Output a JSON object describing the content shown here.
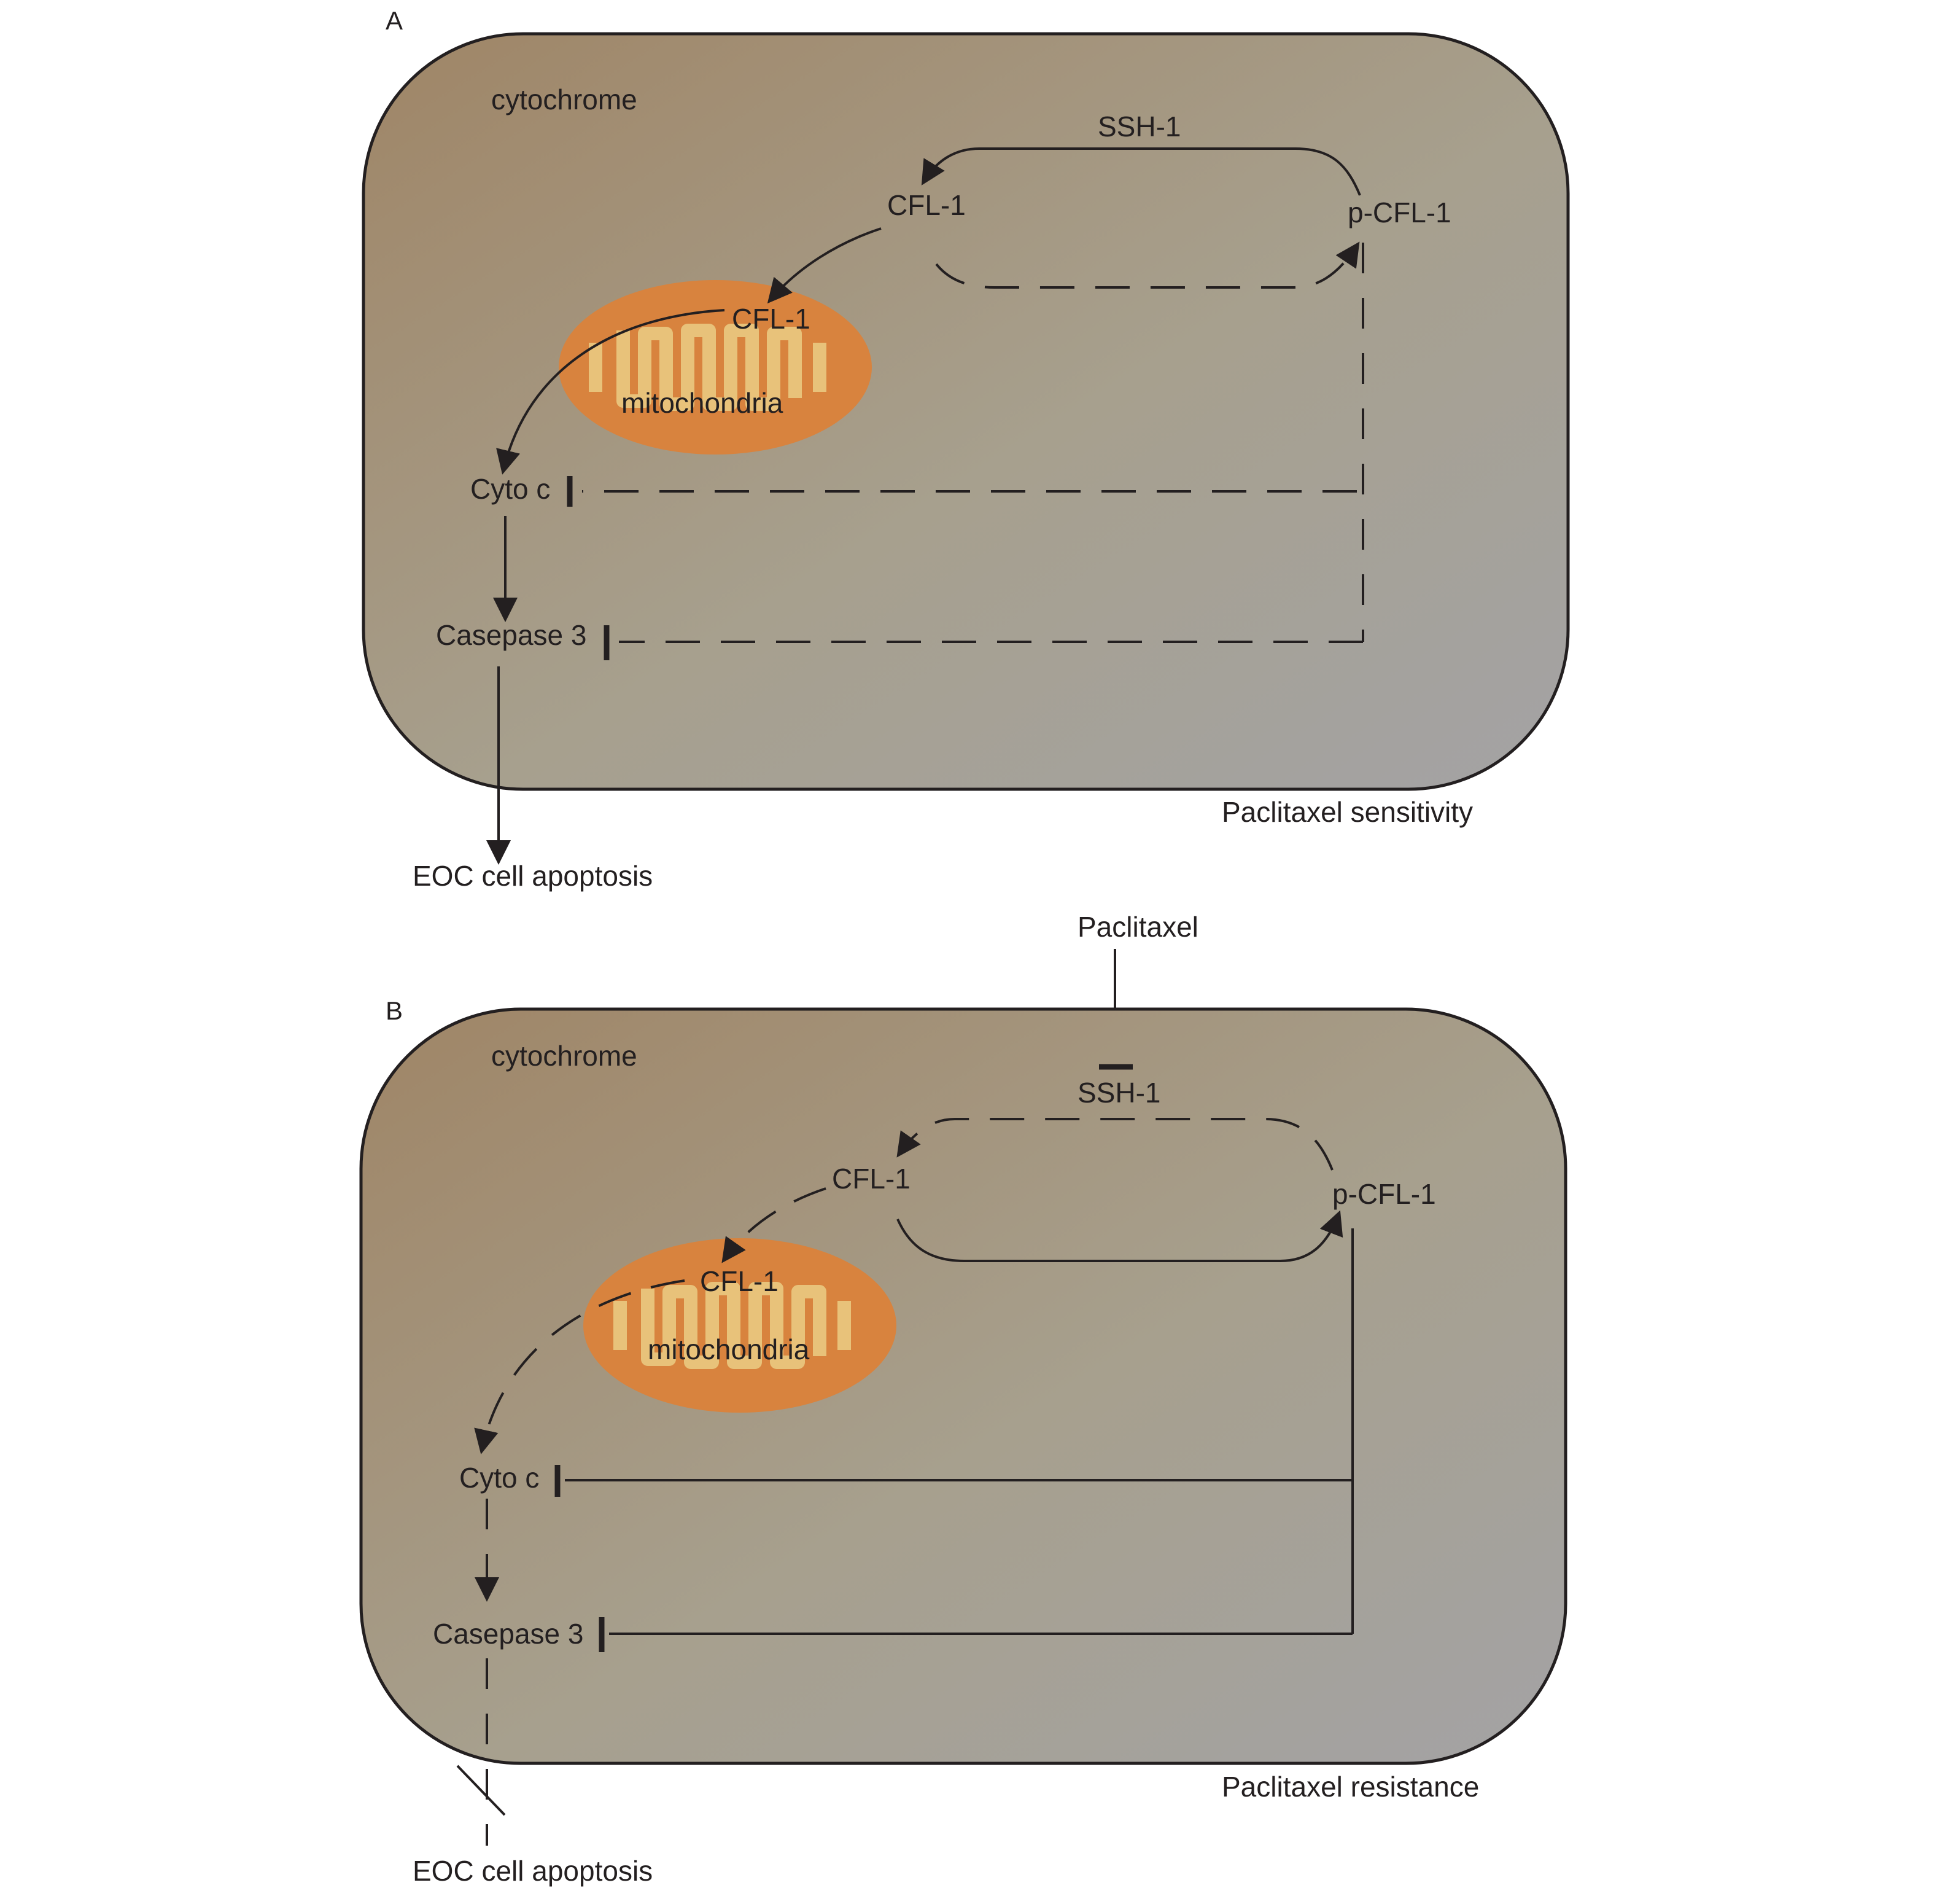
{
  "panels": [
    {
      "id": "A",
      "panel_label": "A",
      "compartment_label": "cytochrome",
      "condition_label": "Paclitaxel sensitivity",
      "nodes": {
        "ssh1": "SSH-1",
        "cfl1": "CFL-1",
        "pcfl1": "p-CFL-1",
        "mito_cfl1": "CFL-1",
        "mitochondria": "mitochondria",
        "cytoc": "Cyto c",
        "caspase3": "Casepase 3",
        "apoptosis": "EOC cell apoptosis"
      }
    },
    {
      "id": "B",
      "panel_label": "B",
      "compartment_label": "cytochrome",
      "condition_label": "Paclitaxel resistance",
      "drug_label": "Paclitaxel",
      "nodes": {
        "ssh1": "SSH-1",
        "cfl1": "CFL-1",
        "pcfl1": "p-CFL-1",
        "mito_cfl1": "CFL-1",
        "mitochondria": "mitochondria",
        "cytoc": "Cyto c",
        "caspase3": "Casepase 3",
        "apoptosis": "EOC cell apoptosis"
      }
    }
  ],
  "colors": {
    "cell_gradient_start": "#9f8566",
    "cell_gradient_end": "#a3a3a5",
    "mitochondria_outer": "#d8833e",
    "mitochondria_inner": "#e8c27a",
    "ink": "#231f20"
  }
}
